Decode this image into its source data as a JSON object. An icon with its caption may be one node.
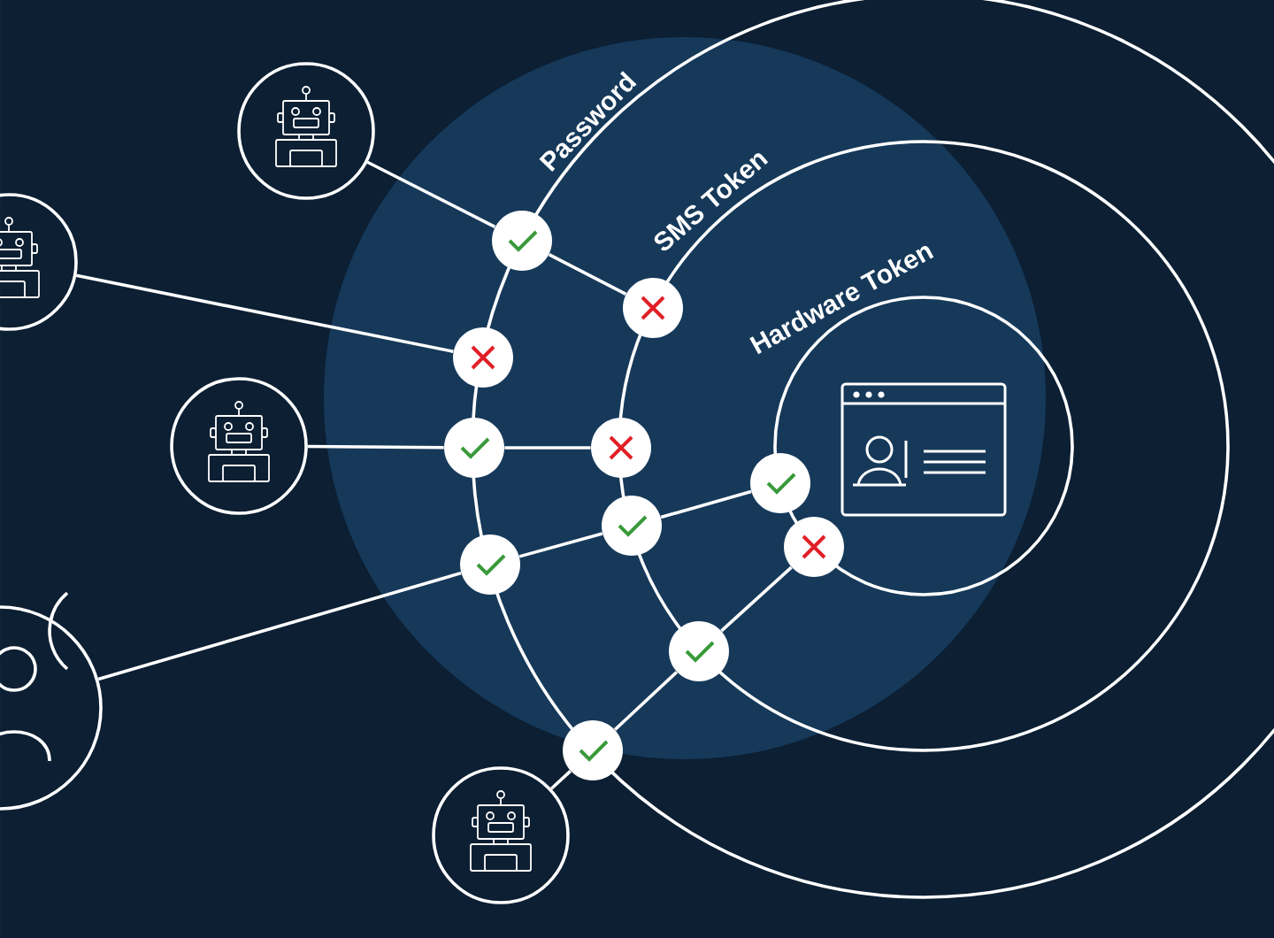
{
  "diagram": {
    "nodes": [
      {
        "text": [],
        "shape": "robot"
      },
      {
        "text": [],
        "shape": "robot"
      },
      {
        "text": [],
        "shape": "robot"
      },
      {
        "text": [],
        "shape": "person"
      },
      {
        "text": [],
        "shape": "robot"
      },
      {
        "text": [],
        "shape": "window"
      },
      {
        "text": [],
        "shape": "check"
      },
      {
        "text": [],
        "shape": "cross"
      },
      {
        "text": [],
        "shape": "cross"
      },
      {
        "text": [],
        "shape": "check"
      },
      {
        "text": [],
        "shape": "cross"
      },
      {
        "text": [],
        "shape": "check"
      },
      {
        "text": [],
        "shape": "check"
      },
      {
        "text": [],
        "shape": "cross"
      },
      {
        "text": [],
        "shape": "check"
      },
      {
        "text": [],
        "shape": "check"
      },
      {
        "text": [],
        "shape": "check"
      }
    ],
    "edges": [
      {
        "from": 0,
        "to": 6,
        "arrow": "none"
      },
      {
        "from": 6,
        "to": 7,
        "arrow": "none"
      },
      {
        "from": 1,
        "to": 8,
        "arrow": "none"
      },
      {
        "from": 2,
        "to": 9,
        "arrow": "none"
      },
      {
        "from": 9,
        "to": 10,
        "arrow": "none"
      },
      {
        "from": 3,
        "to": 14,
        "arrow": "none"
      },
      {
        "from": 14,
        "to": 12,
        "arrow": "none"
      },
      {
        "from": 12,
        "to": 11,
        "arrow": "none"
      },
      {
        "from": 4,
        "to": 16,
        "arrow": "none"
      },
      {
        "from": 16,
        "to": 15,
        "arrow": "none"
      },
      {
        "from": 15,
        "to": 13,
        "arrow": "none"
      }
    ],
    "labels": [
      "Password",
      "SMS Token",
      "Hardware Token"
    ]
  }
}
